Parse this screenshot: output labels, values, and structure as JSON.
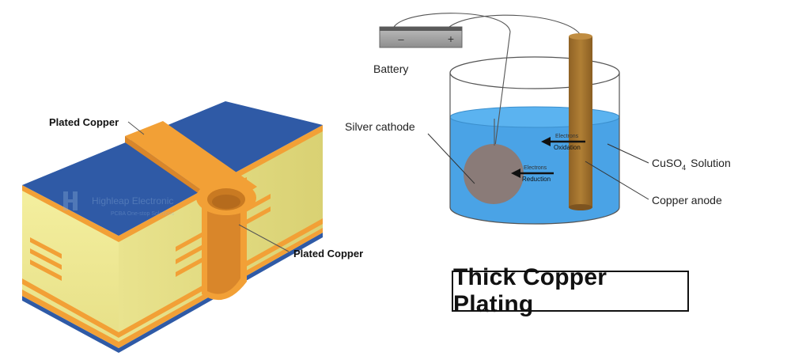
{
  "pcb": {
    "label_top": "Plated Copper",
    "label_via": "Plated Copper",
    "watermark_name": "Highleap Electronic",
    "watermark_tagline": "PCBA One-stop Solutions"
  },
  "cell": {
    "battery_label": "Battery",
    "battery_minus": "–",
    "battery_plus": "+",
    "cathode_label": "Silver cathode",
    "solution_label_prefix": "CuSO",
    "solution_label_sub": "4",
    "solution_label_suffix": "Solution",
    "anode_label": "Copper anode",
    "oxidation_electrons": "Electrons",
    "oxidation_label": "Oxidation",
    "reduction_electrons": "Electrons",
    "reduction_label": "Reduction"
  },
  "title": "Thick Copper Plating",
  "colors": {
    "board_top": "#2f5aa6",
    "board_core": "#f1ec9c",
    "copper": "#f2a036",
    "solution": "#4aa3e6",
    "anode": "#a8752e",
    "cathode": "#8a7b78"
  }
}
